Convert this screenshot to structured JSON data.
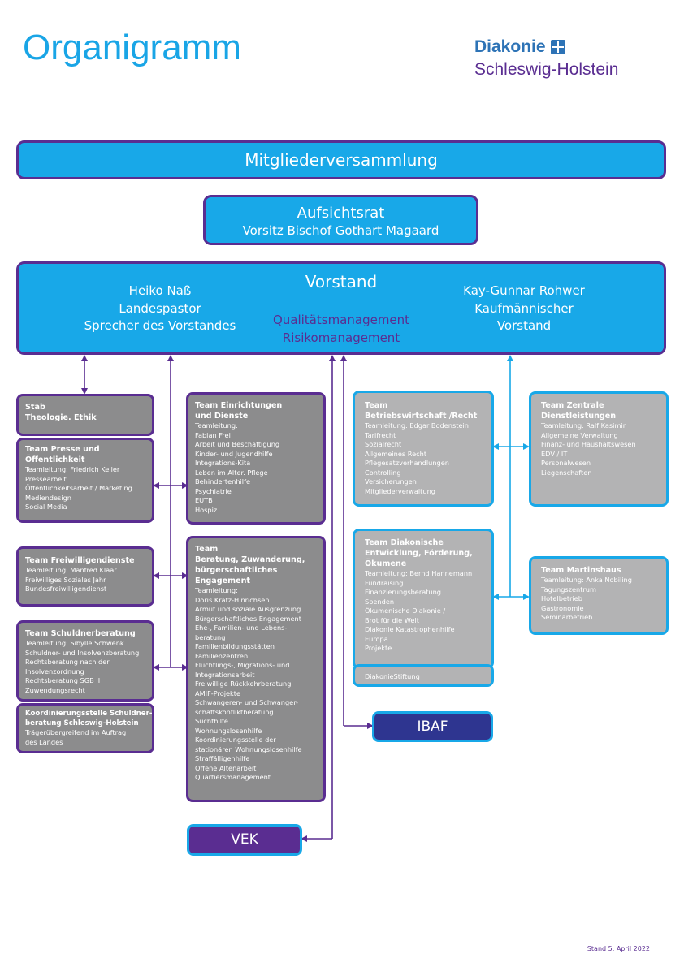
{
  "header": {
    "title": "Organigramm",
    "logo_name": "Diakonie",
    "logo_region": "Schleswig-Holstein",
    "logo_icon": "diakonie-cross-icon"
  },
  "colors": {
    "blue": "#18a8e8",
    "purple": "#5a2d91",
    "grey": "#8c8c8d",
    "light_grey": "#b3b3b4",
    "navy": "#2e3590"
  },
  "mitgliederversammlung": "Mitgliederversammlung",
  "aufsichtsrat": {
    "title": "Aufsichtsrat",
    "chair": "Vorsitz Bischof Gothart Magaard"
  },
  "vorstand": {
    "title": "Vorstand",
    "left": [
      "Heiko Naß",
      "Landespastor",
      "Sprecher des Vorstandes"
    ],
    "center": [
      "Qualitätsmanagement",
      "Risikomanagement"
    ],
    "right": [
      "Kay-Gunnar Rohwer",
      "Kaufmännischer",
      "Vorstand"
    ]
  },
  "left_column": [
    {
      "heading": [
        "Stab",
        "Theologie. Ethik"
      ],
      "items": []
    },
    {
      "heading": [
        "Team Presse und",
        "Öffentlichkeit"
      ],
      "items": [
        "Teamleitung: Friedrich Keller",
        "Pressearbeit",
        "Öffentlichkeitsarbeit / Marketing",
        "Mediendesign",
        "Social Media"
      ]
    },
    {
      "heading": [
        "Team Freiwilligendienste"
      ],
      "items": [
        "Teamleitung: Manfred Klaar",
        "Freiwilliges Soziales Jahr",
        "Bundesfreiwilligendienst"
      ]
    },
    {
      "heading": [
        "Team Schuldnerberatung"
      ],
      "items": [
        "Teamleitung: Sibylle Schwenk",
        "Schuldner- und Insolvenzberatung",
        "Rechtsberatung nach der",
        "Insolvenzordnung",
        "Rechtsberatung SGB II",
        "Zuwendungsrecht"
      ]
    },
    {
      "heading": [
        "Koordinierungsstelle Schuldner-",
        "beratung Schleswig-Holstein"
      ],
      "items": [
        "Trägerübergreifend im Auftrag",
        "des Landes"
      ]
    }
  ],
  "middle_column": [
    {
      "heading": [
        "Team Einrichtungen",
        "und Dienste"
      ],
      "items": [
        "Teamleitung:",
        "Fabian Frei",
        "Arbeit und Beschäftigung",
        "Kinder- und Jugendhilfe",
        "Integrations-Kita",
        "Leben im Alter. Pflege",
        "Behindertenhilfe",
        "Psychiatrie",
        "EUTB",
        "Hospiz"
      ]
    },
    {
      "heading": [
        "Team",
        "Beratung, Zuwanderung,",
        "bürgerschaftliches",
        "Engagement"
      ],
      "items": [
        "Teamleitung:",
        "Doris Kratz-Hinrichsen",
        "Armut und soziale Ausgrenzung",
        "Bürgerschaftliches Engagement",
        "Ehe-, Familien- und Lebens-",
        "beratung",
        "Familienbildungsstätten",
        "Familienzentren",
        "Flüchtlings-, Migrations- und",
        "Integrationsarbeit",
        "Freiwillige Rückkehrberatung",
        "AMIF-Projekte",
        "Schwangeren- und Schwanger-",
        "schaftskonfliktberatung",
        "Suchthilfe",
        "Wohnungslosenhilfe",
        "Koordinierungsstelle der",
        "stationären Wohnungslosenhilfe",
        "Straffälligenhilfe",
        "Offene Altenarbeit",
        "Quartiersmanagement"
      ]
    }
  ],
  "right_middle_column": [
    {
      "heading": [
        "Team",
        "Betriebswirtschaft /Recht"
      ],
      "items": [
        "Teamleitung: Edgar Bodenstein",
        "Tarifrecht",
        "Sozialrecht",
        "Allgemeines Recht",
        "Pflegesatzverhandlungen",
        "Controlling",
        "Versicherungen",
        "Mitgliederverwaltung"
      ]
    },
    {
      "heading": [
        "Team Diakonische",
        "Entwicklung, Förderung,",
        "Ökumene"
      ],
      "items": [
        "Teamleitung:  Bernd Hannemann",
        "Fundraising",
        "Finanzierungsberatung",
        "Spenden",
        "Ökumenische Diakonie /",
        "Brot für die Welt",
        "Diakonie Katastrophenhilfe",
        "Europa",
        "Projekte"
      ]
    }
  ],
  "diakonie_stiftung": "DiakonieStiftung",
  "right_column": [
    {
      "heading": [
        "Team Zentrale",
        "Dienstleistungen"
      ],
      "items": [
        "Teamleitung: Ralf Kasimir",
        "Allgemeine Verwaltung",
        "Finanz- und Haushaltswesen",
        "EDV / IT",
        "Personalwesen",
        "Liegenschaften"
      ]
    },
    {
      "heading": [
        "Team Martinshaus"
      ],
      "items": [
        "Teamleitung: Anka Nobiling",
        "Tagungszentrum",
        "Hotelbetrieb",
        "Gastronomie",
        "Seminarbetrieb"
      ]
    }
  ],
  "ibaf": "IBAF",
  "vek": "VEK",
  "footer": "Stand 5. April 2022"
}
